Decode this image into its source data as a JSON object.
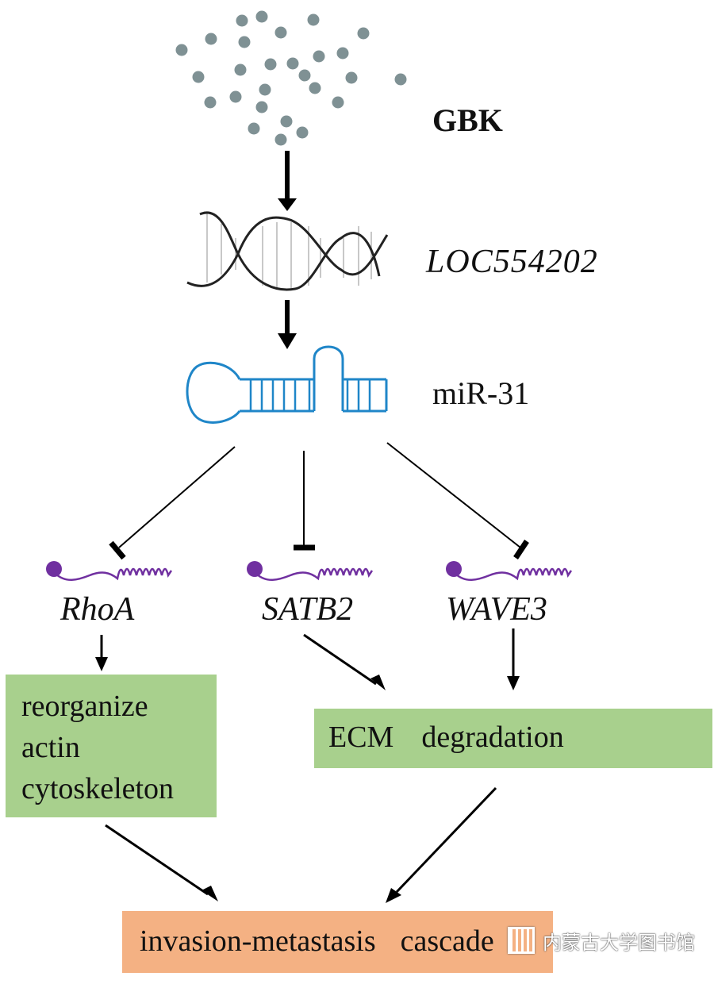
{
  "title": "GBK / LOC554202 / miR-31 signaling pathway diagram",
  "colors": {
    "particle": "#7f9194",
    "rna": "#1f86c8",
    "mrna": "#7030a0",
    "green_box": "#a8d08d",
    "orange_box": "#f4b183",
    "arrow": "#000000",
    "dna_rungs": "#c8c8c8"
  },
  "nodes": {
    "gbk": {
      "label": "GBK",
      "icon": "particles-icon"
    },
    "loc": {
      "label": "LOC554202",
      "icon": "dna-double-helix-icon"
    },
    "mir": {
      "label": "miR-31",
      "icon": "hairpin-rna-icon"
    },
    "genes": [
      {
        "label": "RhoA",
        "icon": "mrna-icon"
      },
      {
        "label": "SATB2",
        "icon": "mrna-icon"
      },
      {
        "label": "WAVE3",
        "icon": "mrna-icon"
      }
    ],
    "actin_box": {
      "lines": [
        "reorganize",
        "actin",
        "cytoskeleton"
      ]
    },
    "ecm_box": {
      "label": "ECM  degradation"
    },
    "invasion_box": {
      "label": "invasion-metastasis  cascade"
    }
  },
  "edges": [
    {
      "from": "GBK",
      "to": "LOC554202",
      "type": "activation"
    },
    {
      "from": "LOC554202",
      "to": "miR-31",
      "type": "activation"
    },
    {
      "from": "miR-31",
      "to": "RhoA",
      "type": "inhibition"
    },
    {
      "from": "miR-31",
      "to": "SATB2",
      "type": "inhibition"
    },
    {
      "from": "miR-31",
      "to": "WAVE3",
      "type": "inhibition"
    },
    {
      "from": "RhoA",
      "to": "reorganize actin cytoskeleton",
      "type": "activation"
    },
    {
      "from": "SATB2",
      "to": "ECM degradation",
      "type": "activation"
    },
    {
      "from": "WAVE3",
      "to": "ECM degradation",
      "type": "activation"
    },
    {
      "from": "reorganize actin cytoskeleton",
      "to": "invasion-metastasis cascade",
      "type": "activation"
    },
    {
      "from": "ECM degradation",
      "to": "invasion-metastasis cascade",
      "type": "activation"
    }
  ],
  "watermark": {
    "text": "内蒙古大学图书馆",
    "icon": "library-logo-icon"
  }
}
